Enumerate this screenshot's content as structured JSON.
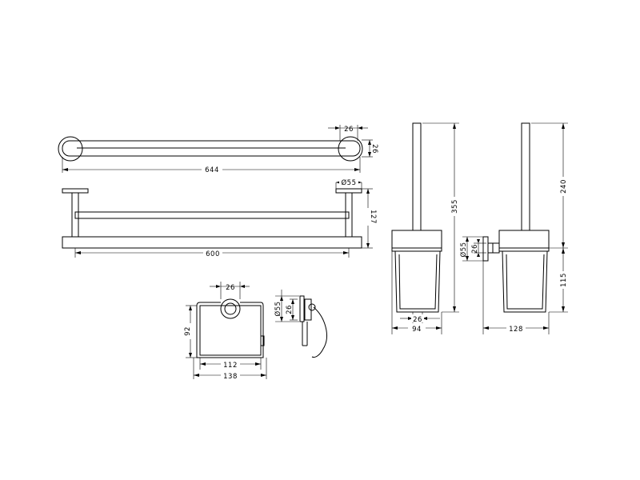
{
  "drawing": {
    "double_towel_bar": {
      "width_overall": "644",
      "rosette_depth": "26",
      "rosette_height": "26",
      "rosette_diameter": "Ø55",
      "projection": "127",
      "center_distance": "600"
    },
    "paper_holder": {
      "rosette_depth": "26",
      "height": "92",
      "inner_width": "112",
      "overall_width": "138",
      "side_rosette_diameter": "Ø55",
      "side_rosette_depth": "26"
    },
    "toilet_brush_front": {
      "height": "355",
      "rosette_depth": "26",
      "width": "94"
    },
    "toilet_brush_side": {
      "rosette_diameter": "Ø55",
      "rosette_depth": "26",
      "upper_height": "240",
      "lower_height": "115",
      "depth": "128"
    }
  }
}
